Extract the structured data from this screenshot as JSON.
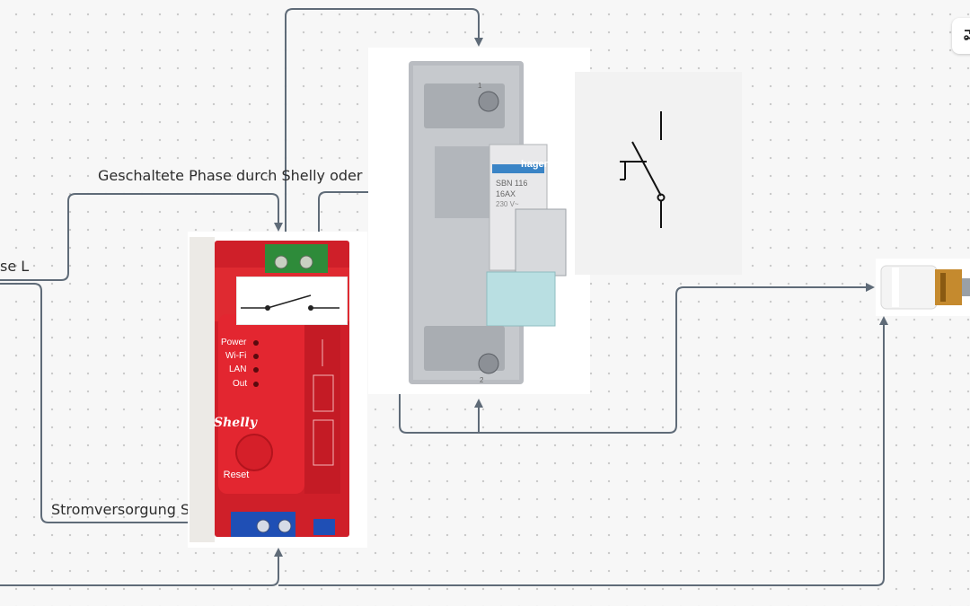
{
  "labels": {
    "phase_left": "se L",
    "switched_phase": "Geschaltete Phase durch Shelly oder Handschalter",
    "power_supply": "Stromversorgung Shelly"
  },
  "shelly": {
    "led_power": "Power",
    "led_wifi": "Wi-Fi",
    "led_lan": "LAN",
    "led_out": "Out",
    "brand": "Shelly",
    "reset": "Reset"
  },
  "breaker": {
    "brand": "hager",
    "model": "SBN 116",
    "rating": "16AX",
    "voltage": "230 V~",
    "terminal_top": "1",
    "terminal_bottom": "2"
  },
  "toolbar": {
    "icon": "shape-tool-icon"
  },
  "colors": {
    "wire": "#5f6b78",
    "shelly_red": "#e0242d",
    "terminal_green": "#2e8b3a",
    "terminal_blue": "#1f4fb5",
    "breaker_grey": "#b9bcc1"
  }
}
